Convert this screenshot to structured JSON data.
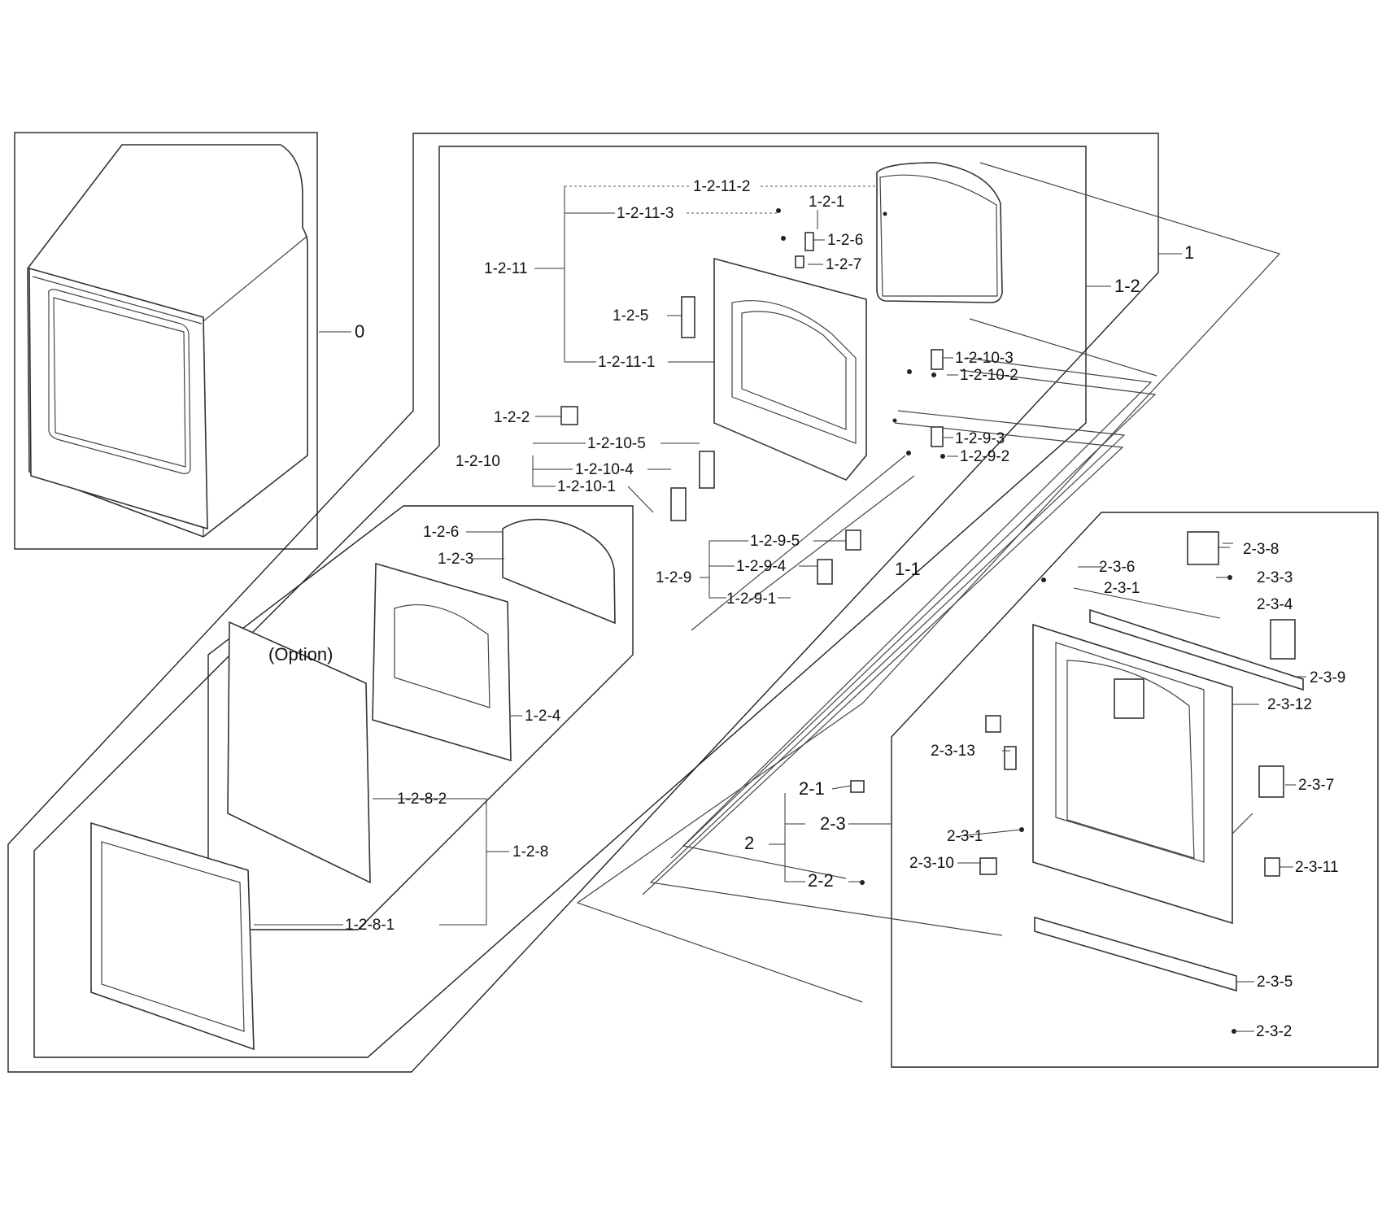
{
  "diagram": {
    "option_note": "(Option)",
    "labels": [
      "0",
      "1",
      "1-1",
      "1-2",
      "1-2-1",
      "1-2-2",
      "1-2-3",
      "1-2-4",
      "1-2-5",
      "1-2-6",
      "1-2-7",
      "1-2-8",
      "1-2-8-1",
      "1-2-8-2",
      "1-2-9",
      "1-2-9-1",
      "1-2-9-2",
      "1-2-9-3",
      "1-2-9-4",
      "1-2-9-5",
      "1-2-10",
      "1-2-10-1",
      "1-2-10-2",
      "1-2-10-3",
      "1-2-10-4",
      "1-2-10-5",
      "1-2-11",
      "1-2-11-1",
      "1-2-11-2",
      "1-2-11-3",
      "1-2-6",
      "1-2-3",
      "2",
      "2-1",
      "2-2",
      "2-3",
      "2-3-1",
      "2-3-1",
      "2-3-2",
      "2-3-3",
      "2-3-4",
      "2-3-5",
      "2-3-6",
      "2-3-7",
      "2-3-8",
      "2-3-9",
      "2-3-10",
      "2-3-11",
      "2-3-12",
      "2-3-13"
    ]
  }
}
